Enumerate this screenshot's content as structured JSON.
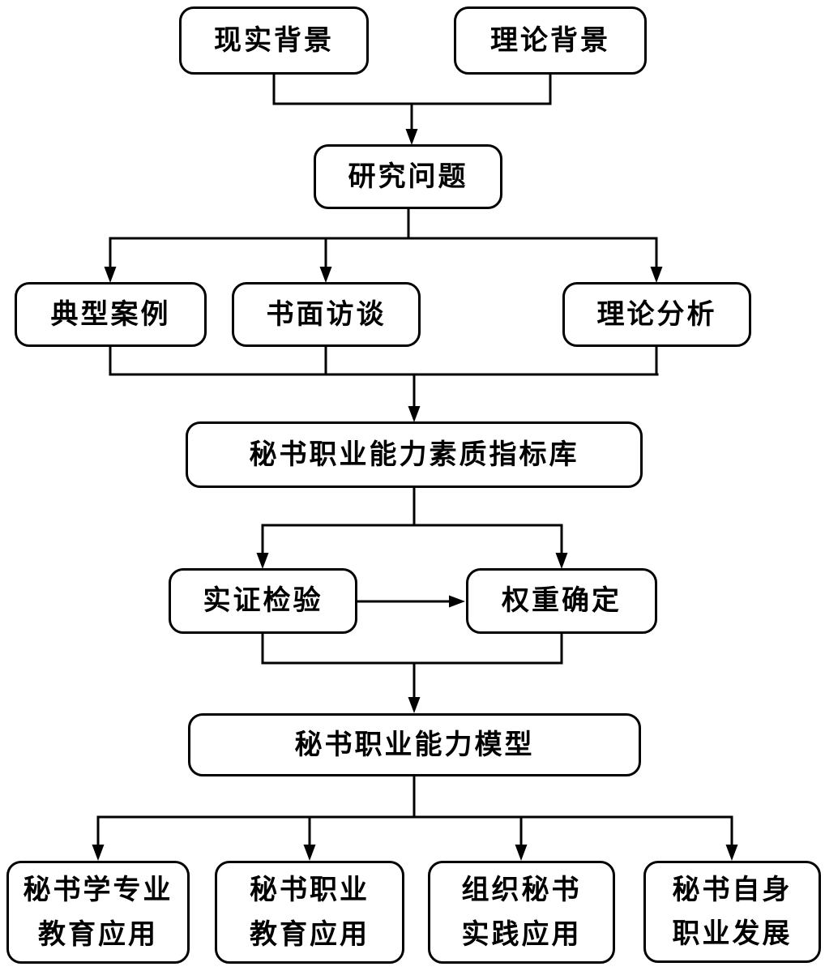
{
  "diagram": {
    "type": "flowchart",
    "colors": {
      "background": "#ffffff",
      "box_border": "#000000",
      "line": "#000000",
      "text": "#000000"
    },
    "nodes": {
      "reality_background": {
        "label": "现实背景"
      },
      "theory_background": {
        "label": "理论背景"
      },
      "research_question": {
        "label": "研究问题"
      },
      "typical_cases": {
        "label": "典型案例"
      },
      "written_interview": {
        "label": "书面访谈"
      },
      "theoretical_analysis": {
        "label": "理论分析"
      },
      "indicator_library": {
        "label": "秘书职业能力素质指标库"
      },
      "empirical_test": {
        "label": "实证检验"
      },
      "weight_determination": {
        "label": "权重确定"
      },
      "competency_model": {
        "label": "秘书职业能力模型"
      },
      "app_secretarial_major_education": {
        "line1": "秘书学专业",
        "line2": "教育应用"
      },
      "app_vocational_education": {
        "line1": "秘书职业",
        "line2": "教育应用"
      },
      "app_org_practice": {
        "line1": "组织秘书",
        "line2": "实践应用"
      },
      "app_self_development": {
        "line1": "秘书自身",
        "line2": "职业发展"
      }
    },
    "edges": [
      {
        "from": "reality_background",
        "to": "research_question"
      },
      {
        "from": "theory_background",
        "to": "research_question"
      },
      {
        "from": "research_question",
        "to": "typical_cases"
      },
      {
        "from": "research_question",
        "to": "written_interview"
      },
      {
        "from": "research_question",
        "to": "theoretical_analysis"
      },
      {
        "from": "typical_cases",
        "to": "indicator_library"
      },
      {
        "from": "written_interview",
        "to": "indicator_library"
      },
      {
        "from": "theoretical_analysis",
        "to": "indicator_library"
      },
      {
        "from": "indicator_library",
        "to": "empirical_test"
      },
      {
        "from": "indicator_library",
        "to": "weight_determination"
      },
      {
        "from": "empirical_test",
        "to": "weight_determination"
      },
      {
        "from": "empirical_test",
        "to": "competency_model"
      },
      {
        "from": "weight_determination",
        "to": "competency_model"
      },
      {
        "from": "competency_model",
        "to": "app_secretarial_major_education"
      },
      {
        "from": "competency_model",
        "to": "app_vocational_education"
      },
      {
        "from": "competency_model",
        "to": "app_org_practice"
      },
      {
        "from": "competency_model",
        "to": "app_self_development"
      }
    ]
  }
}
